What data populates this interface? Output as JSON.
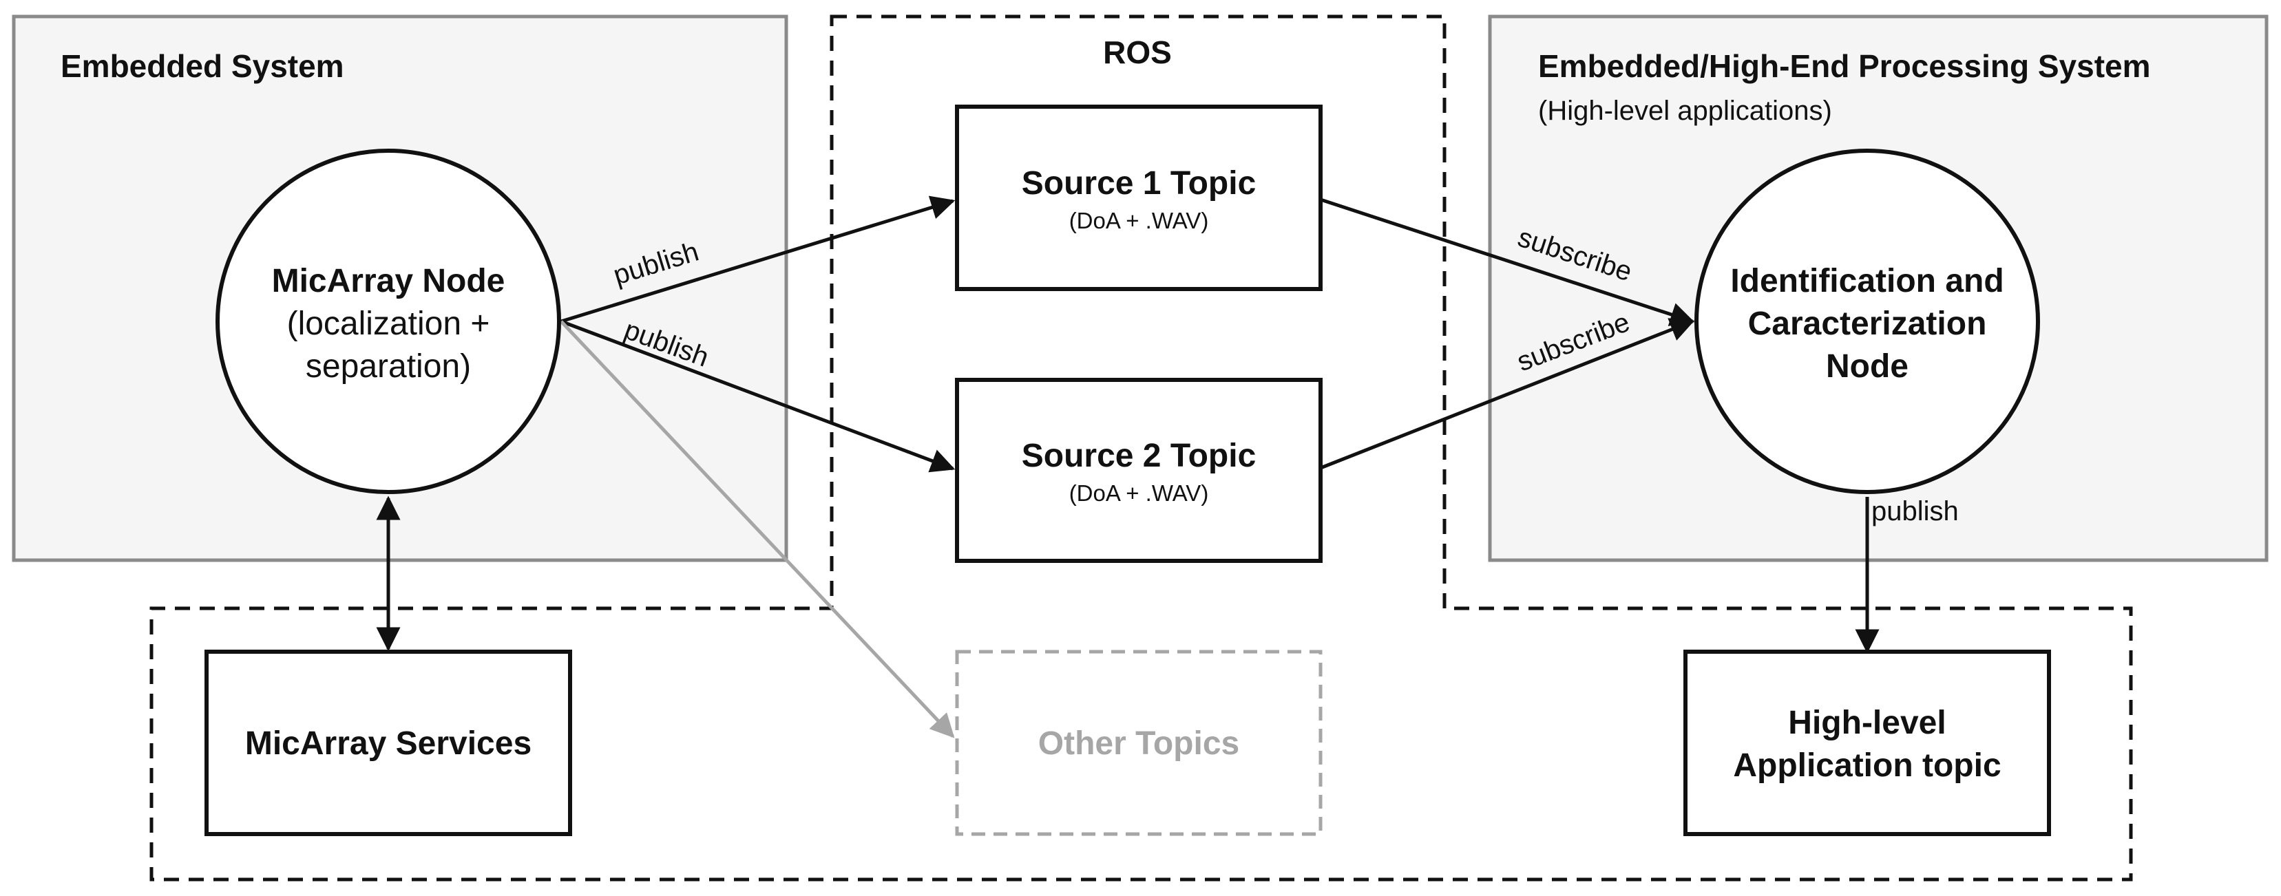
{
  "regions": {
    "embedded": {
      "title": "Embedded System"
    },
    "ros": {
      "title": "ROS"
    },
    "high_end": {
      "title": "Embedded/High-End Processing System",
      "subtitle": "(High-level applications)"
    }
  },
  "nodes": {
    "micarray": {
      "line1": "MicArray Node",
      "line2": "(localization +",
      "line3": "separation)"
    },
    "identification": {
      "line1": "Identification and",
      "line2": "Caracterization",
      "line3": "Node"
    }
  },
  "topics": {
    "source1": {
      "title": "Source 1 Topic",
      "sub": "(DoA + .WAV)"
    },
    "source2": {
      "title": "Source 2 Topic",
      "sub": "(DoA + .WAV)"
    },
    "other": {
      "title": "Other Topics"
    },
    "services": {
      "title": "MicArray Services"
    },
    "highlevel": {
      "line1": "High-level",
      "line2": "Application topic"
    }
  },
  "edges": {
    "publish_1": "publish",
    "publish_2": "publish",
    "subscribe_1": "subscribe",
    "subscribe_2": "subscribe",
    "publish_3": "publish"
  },
  "colors": {
    "panel_fill": "#f5f5f5",
    "panel_stroke": "#8a8a8a",
    "ink": "#111111",
    "muted": "#a6a6a6"
  }
}
